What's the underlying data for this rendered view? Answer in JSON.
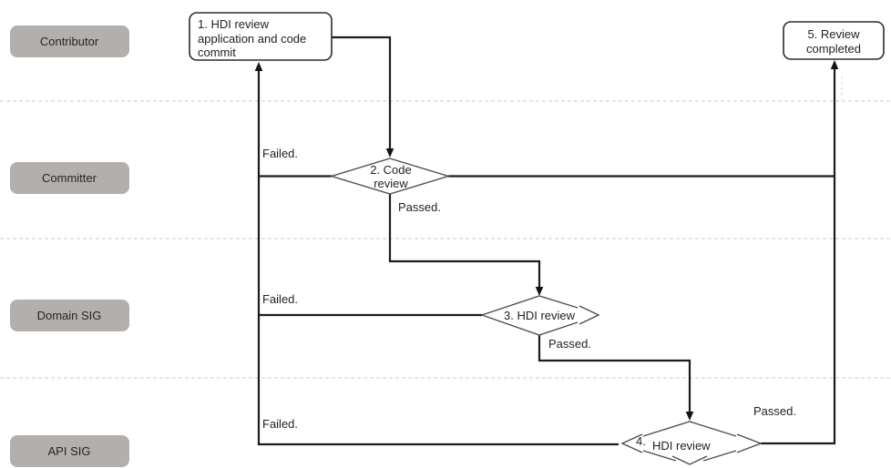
{
  "diagram": {
    "lanes": [
      "Contributor",
      "Committer",
      "Domain SIG",
      "API SIG"
    ],
    "nodes": {
      "step1": {
        "lines": [
          "1. HDI review",
          "application and code",
          "commit"
        ]
      },
      "step2": {
        "lines": [
          "2. Code",
          "review"
        ]
      },
      "step3": {
        "label": "3. HDI review"
      },
      "step4": {
        "num": "4.",
        "label": "HDI review"
      },
      "step5": {
        "lines": [
          "5. Review",
          "completed"
        ]
      }
    },
    "edge_labels": {
      "code_review_failed": "Failed.",
      "code_review_passed": "Passed.",
      "domain_review_failed": "Failed.",
      "domain_review_passed": "Passed.",
      "api_review_failed": "Failed.",
      "api_review_passed": "Passed."
    },
    "colors": {
      "background": "#ffffff",
      "lane_fill": "#b2afac",
      "lane_text": "#262626",
      "flow_line": "#1c1c1c",
      "shape_stroke": "#4d4d4d",
      "separator": "#cbcbcb"
    }
  }
}
